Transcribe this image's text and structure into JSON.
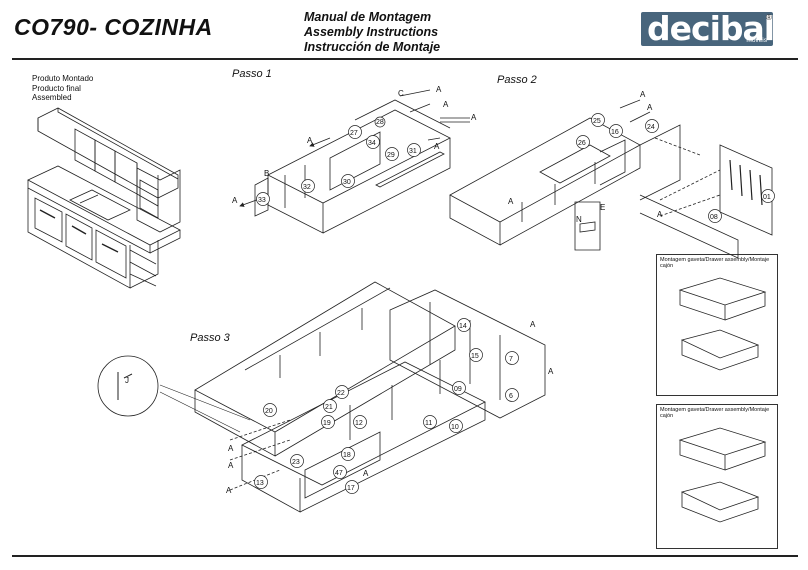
{
  "header": {
    "model": "CO790- COZINHA",
    "manual_lines": [
      "Manual de Montagem",
      "Assembly Instructions",
      "Instrucción de Montaje"
    ],
    "brand": "decibal",
    "brand_sub": "móveis",
    "registered": "®"
  },
  "assembled_caption": [
    "Produto Montado",
    "Producto final",
    "Assembled"
  ],
  "steps": {
    "step1": "Passo 1",
    "step2": "Passo 2",
    "step3": "Passo 3"
  },
  "drawer_insets": {
    "title": "Montagem gaveta/Drawer assembly/Montaje cajón"
  },
  "colors": {
    "line": "#222222",
    "brand_bg": "#48657c"
  }
}
